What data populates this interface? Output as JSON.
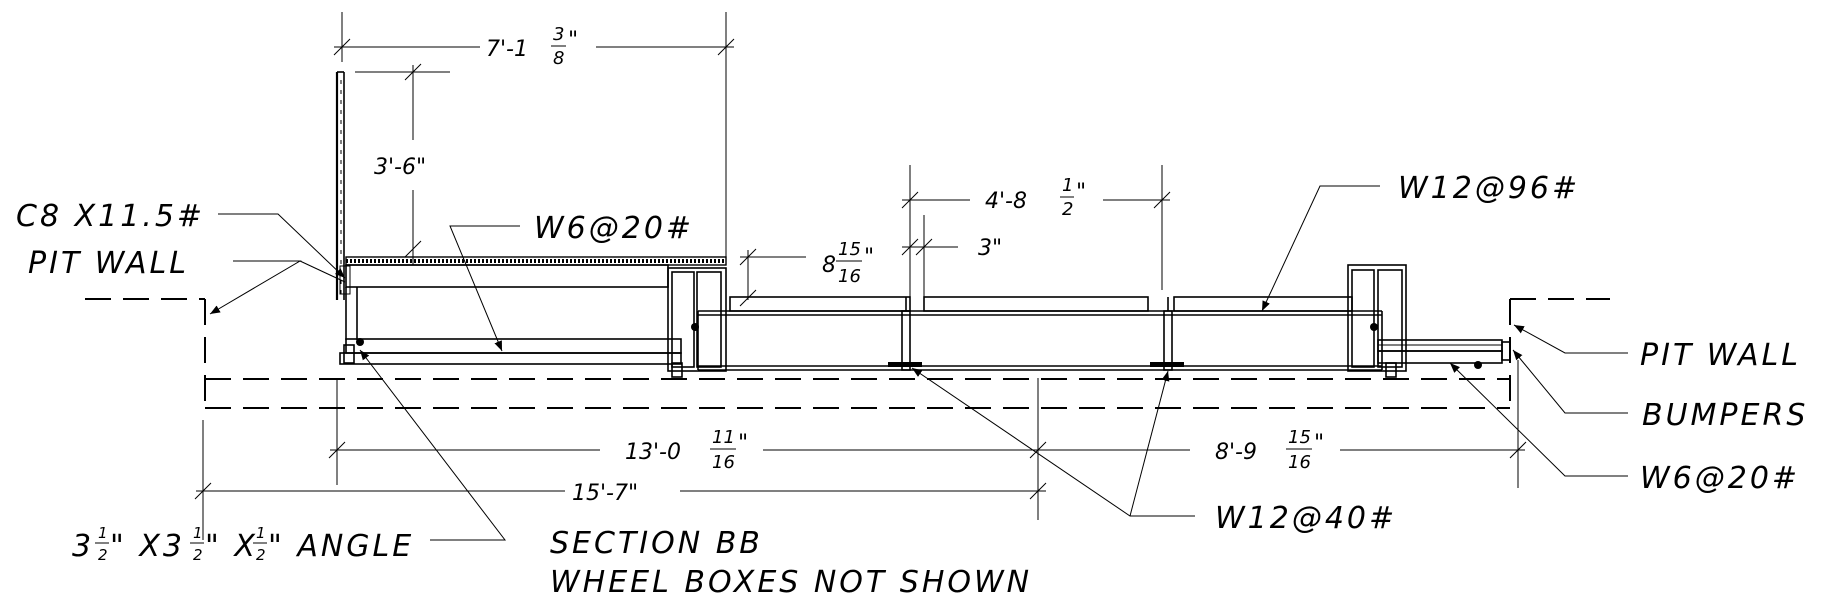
{
  "labels": {
    "c8": "C8  X11.5#",
    "pit_wall_left": "PIT  WALL",
    "w6_top": "W6@20#",
    "w12_96": "W12@96#",
    "pit_wall_right": "PIT  WALL",
    "bumpers": "BUMPERS",
    "w6_right": "W6@20#",
    "w12_40": "W12@40#",
    "angle": {
      "a": "3",
      "b": "\" X3",
      "c": "\" X",
      "d": "\" ANGLE",
      "num": "1",
      "den": "2"
    },
    "section_title": "SECTION  BB",
    "section_note": "WHEEL  BOXES  NOT  SHOWN"
  },
  "dimensions": {
    "d_7_1": {
      "whole": "7'-1",
      "num": "3",
      "den": "8",
      "tick": "\""
    },
    "d_3_6": "3'-6\"",
    "d_4_8": {
      "whole": "4'-8",
      "num": "1",
      "den": "2",
      "tick": "\""
    },
    "d_8": {
      "whole": "8",
      "num": "15",
      "den": "16",
      "tick": "\""
    },
    "d_3": "3\"",
    "d_13_0": {
      "whole": "13'-0",
      "num": "11",
      "den": "16",
      "tick": "\""
    },
    "d_8_9": {
      "whole": "8'-9",
      "num": "15",
      "den": "16",
      "tick": "\""
    },
    "d_15_7": "15'-7\""
  }
}
